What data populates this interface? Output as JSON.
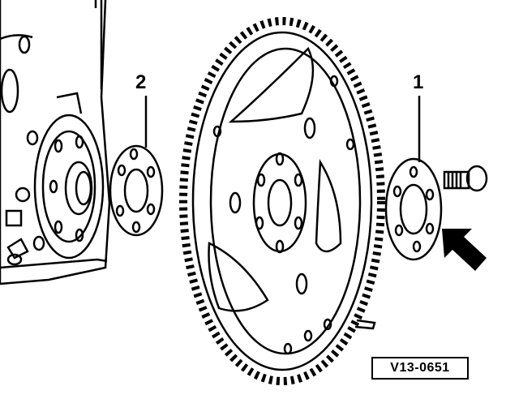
{
  "callouts": {
    "part_1": "1",
    "part_2": "2"
  },
  "figure_ref": "V13-0651",
  "colors": {
    "ink": "#000000",
    "paper": "#ffffff"
  }
}
